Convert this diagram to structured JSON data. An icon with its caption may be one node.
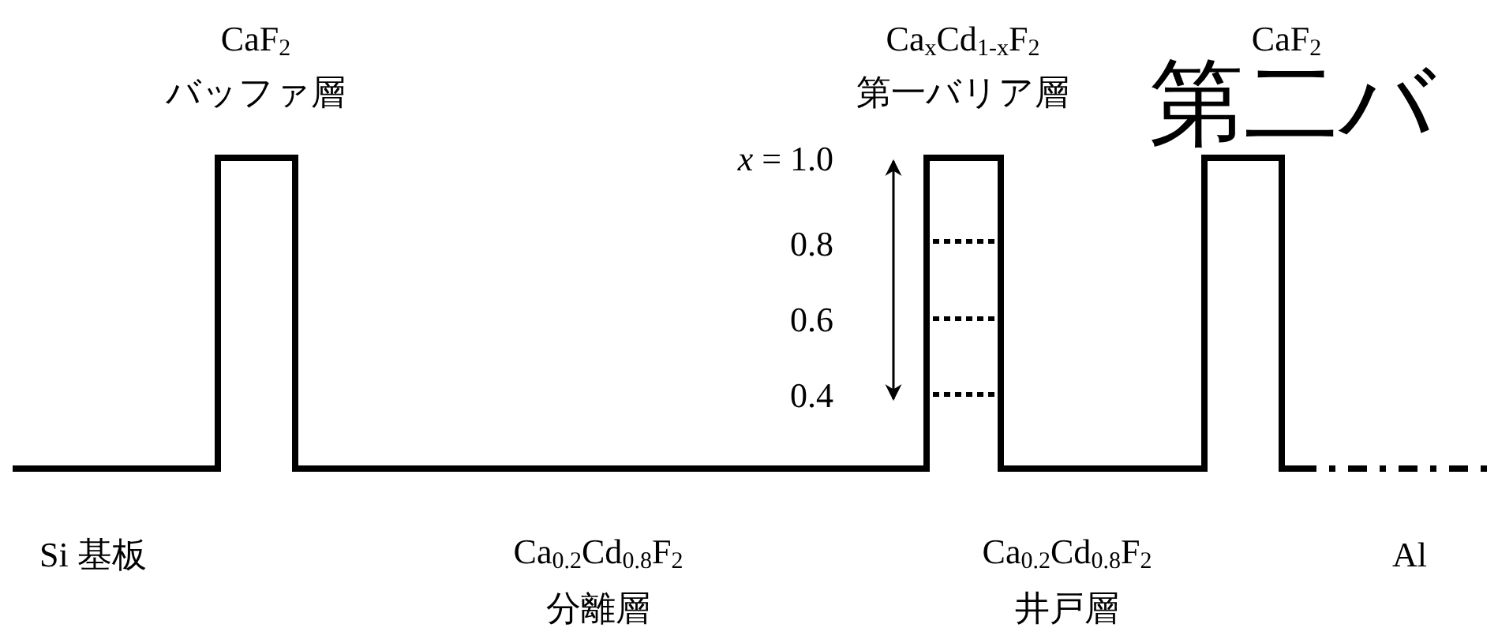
{
  "diagram": {
    "labels": [
      "CaF$_{2}$",
      "バッファ層",
      "Ca$_{x}$Cd$_{1-x}$F$_{2}$",
      "第一バリア層",
      "CaF$_{2}$",
      "第二バ",
      "*x* = 1.0",
      "0.8",
      "0.6",
      "0.4",
      "Si 基板",
      "Ca$_{0.2}$Cd$_{0.8}$F$_{2}$",
      "分離層",
      "Ca$_{0.2}$Cd$_{0.8}$F$_{2}$",
      "井戸層",
      "Al"
    ]
  }
}
